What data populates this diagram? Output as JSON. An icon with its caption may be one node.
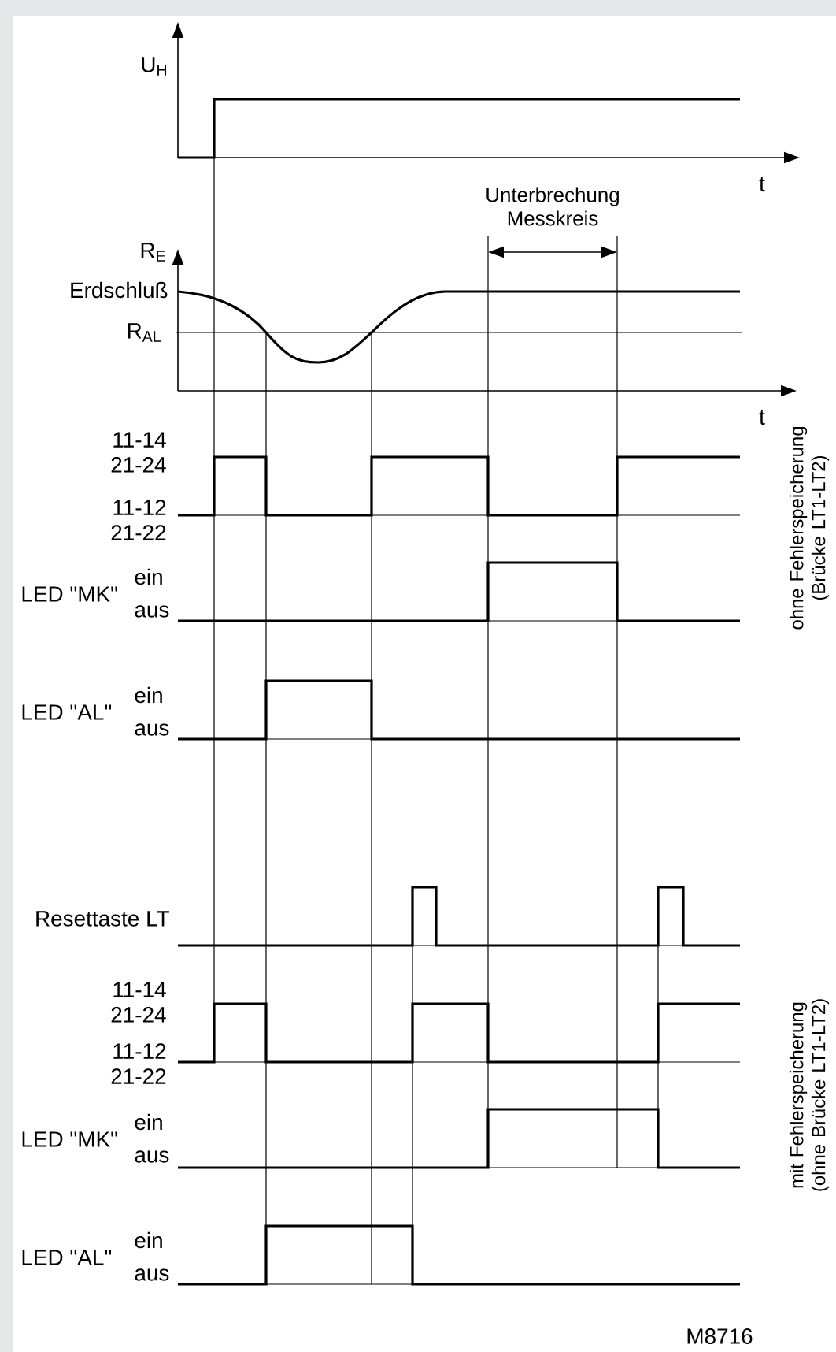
{
  "diagram": {
    "labels": [
      "U$_{H}$",
      "t",
      "Unterbrechung Messkreis",
      "R$_{E}$",
      "Erdschluß",
      "R$_{AL}$",
      "t",
      "11-14 21-24",
      "11-12 21-22",
      "ohne Fehlerspeicherung (Brücke LT1-LT2)",
      "LED \"MK\"",
      "ein",
      "aus",
      "LED \"AL\"",
      "ein",
      "aus",
      "Resettaste LT",
      "11-14 21-24",
      "11-12 21-22",
      "mit Fehlerspeicherung (ohne Brücke LT1-LT2)",
      "LED \"MK\"",
      "ein",
      "aus",
      "LED \"AL\"",
      "ein",
      "aus",
      "M8716"
    ]
  }
}
